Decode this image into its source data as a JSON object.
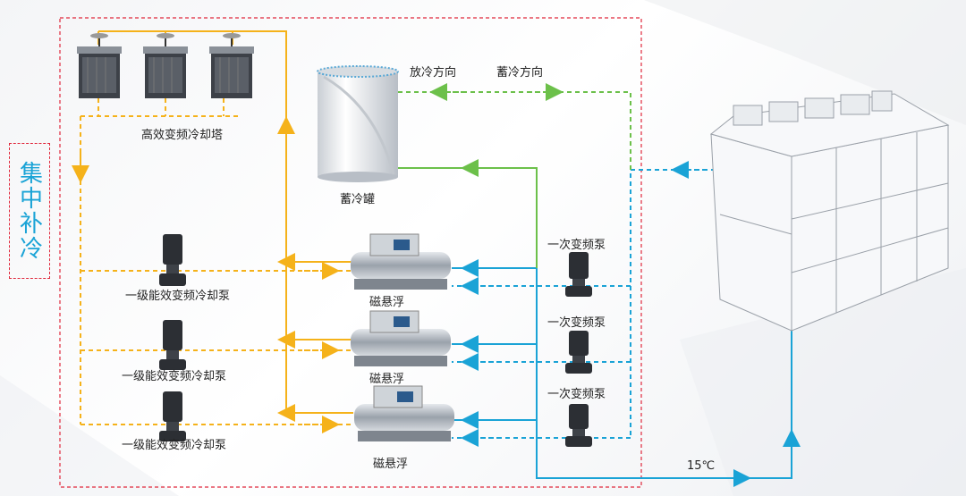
{
  "side_label": "集中补冷",
  "tank_label": "蓄冷罐",
  "release_direction": "放冷方向",
  "storage_direction": "蓄冷方向",
  "cooling_tower_label": "高效变频冷却塔",
  "chillers": [
    {
      "label": "磁悬浮"
    },
    {
      "label": "磁悬浮"
    },
    {
      "label": "磁悬浮"
    }
  ],
  "cooling_pumps": [
    {
      "label": "一级能效变频冷却泵"
    },
    {
      "label": "一级能效变频冷却泵"
    },
    {
      "label": "一级能效变频冷却泵"
    }
  ],
  "primary_pumps": [
    {
      "label": "一次变频泵"
    },
    {
      "label": "一次变频泵"
    },
    {
      "label": "一次变频泵"
    }
  ],
  "temperature_label": "15℃",
  "colors": {
    "cooling_water": "#f5b21a",
    "chilled_water": "#1aa3d6",
    "storage_line": "#6cc04a",
    "frame": "#e0283c"
  }
}
